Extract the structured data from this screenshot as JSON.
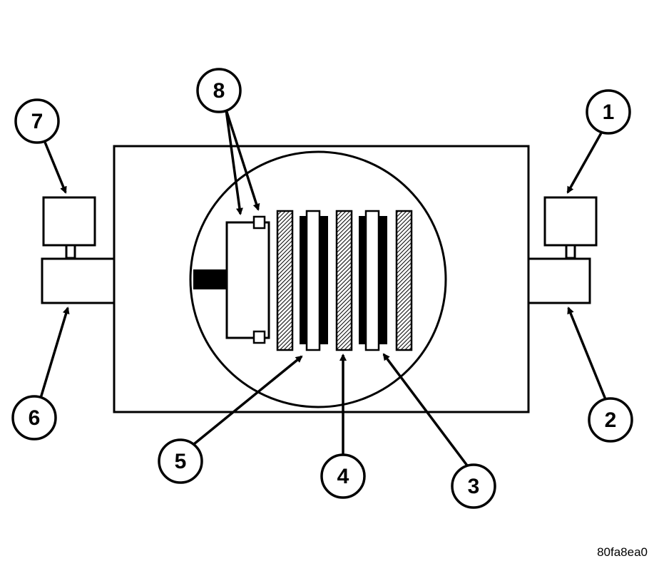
{
  "callouts": [
    {
      "id": "callout-1",
      "number": "1"
    },
    {
      "id": "callout-2",
      "number": "2"
    },
    {
      "id": "callout-3",
      "number": "3"
    },
    {
      "id": "callout-4",
      "number": "4"
    },
    {
      "id": "callout-5",
      "number": "5"
    },
    {
      "id": "callout-6",
      "number": "6"
    },
    {
      "id": "callout-7",
      "number": "7"
    },
    {
      "id": "callout-8",
      "number": "8"
    }
  ],
  "image_code": "80fa8ea0",
  "colors": {
    "line": "#000000",
    "background": "#ffffff",
    "hatch": "#000000"
  }
}
